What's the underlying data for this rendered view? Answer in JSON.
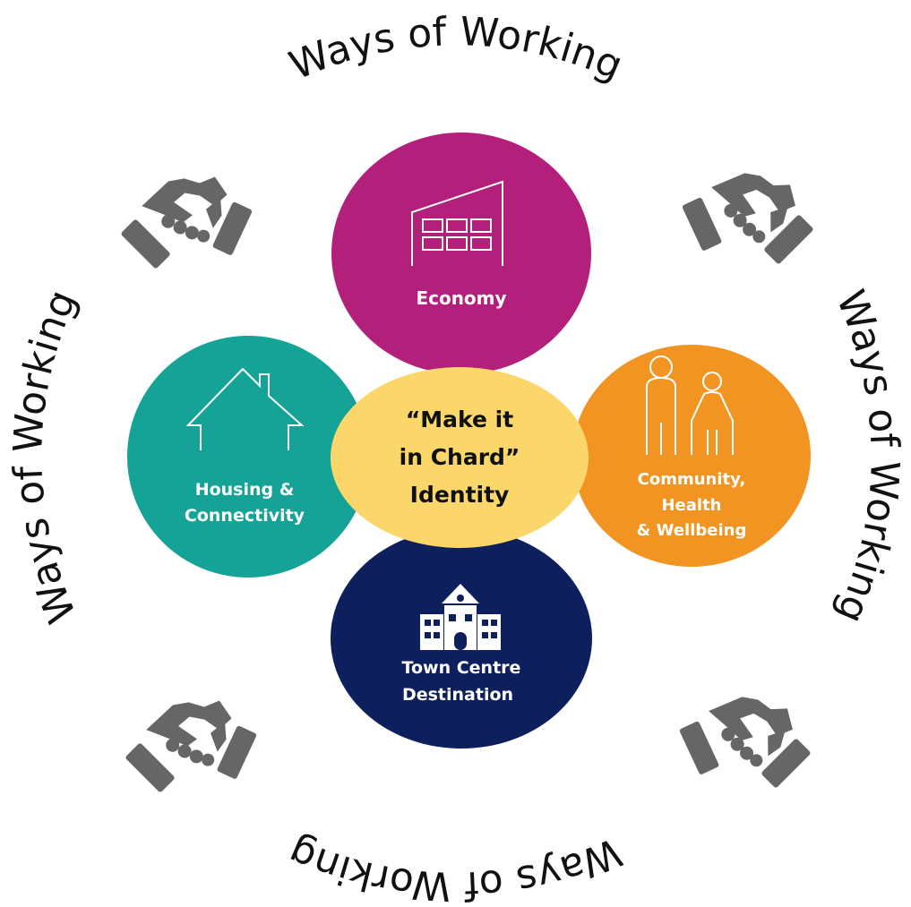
{
  "ring": {
    "top": "Ways of Working",
    "right": "Ways of Working",
    "bottom": "Ways of Working",
    "left": "Ways of Working"
  },
  "center": {
    "line1": "“Make it",
    "line2": "in Chard”",
    "line3": "Identity",
    "color": "#FBD66B"
  },
  "pillars": {
    "economy": {
      "label": "Economy",
      "color": "#B3207C",
      "icon": "factory-icon"
    },
    "housing": {
      "line1": "Housing &",
      "line2": "Connectivity",
      "color": "#14A396",
      "icon": "house-icon"
    },
    "community": {
      "line1": "Community,",
      "line2": "Health",
      "line3": "& Wellbeing",
      "color": "#F29422",
      "icon": "people-icon"
    },
    "town": {
      "line1": "Town Centre",
      "line2": "Destination",
      "color": "#0D1F5C",
      "icon": "school-building-icon"
    }
  },
  "decor": {
    "handshake_icon": "handshake-icon",
    "handshake_color": "#666666"
  }
}
